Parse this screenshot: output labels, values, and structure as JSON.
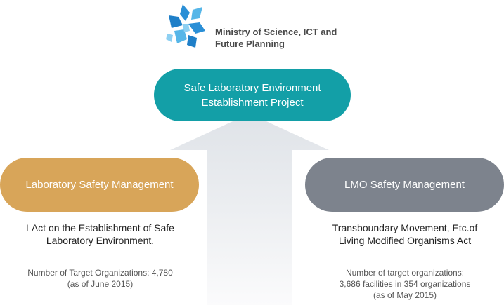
{
  "header": {
    "ministry_line1": "Ministry of Science, ICT and",
    "ministry_line2": "Future Planning"
  },
  "top_project": {
    "line1": "Safe Laboratory Environment",
    "line2": "Establishment Project"
  },
  "left_branch": {
    "title": "Laboratory Safety Management",
    "law_line1": "LAct on the Establishment of Safe",
    "law_line2": "Laboratory Environment,",
    "stat_line1": "Number of Target Organizations: 4,780",
    "stat_line2": "(as of June 2015)"
  },
  "right_branch": {
    "title": "LMO Safety Management",
    "law_line1": "Transboundary Movement, Etc.of",
    "law_line2": "Living Modified Organisms Act",
    "stat_line1": "Number of target organizations:",
    "stat_line2": "3,686 facilities in 354 organizations",
    "stat_line3": "(as of May 2015)"
  },
  "colors": {
    "top_pill": "#139fa7",
    "left_pill": "#d8a559",
    "right_pill": "#7d838d",
    "logo_blue": "#2a8fd6"
  },
  "icons": {
    "logo": "ministry-logo-icon",
    "arrow": "up-arrow"
  }
}
